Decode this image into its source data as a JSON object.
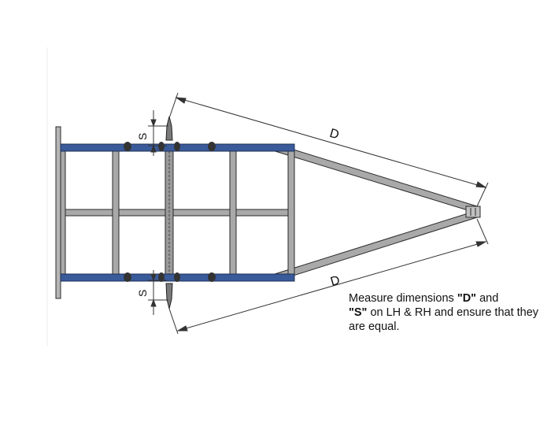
{
  "labels": {
    "dim_d": "D",
    "dim_s": "S"
  },
  "note": {
    "t1": "Measure dimensions  ",
    "q1": "\"D\"",
    "t2": " and ",
    "q2": "\"S\"",
    "t3": " on LH & RH and ensure that they are equal."
  },
  "colors": {
    "frame_blue": "#3a5b9a",
    "frame_gray": "#a9a9a9",
    "outline": "#2a2a2a",
    "dim_line": "#333333"
  }
}
